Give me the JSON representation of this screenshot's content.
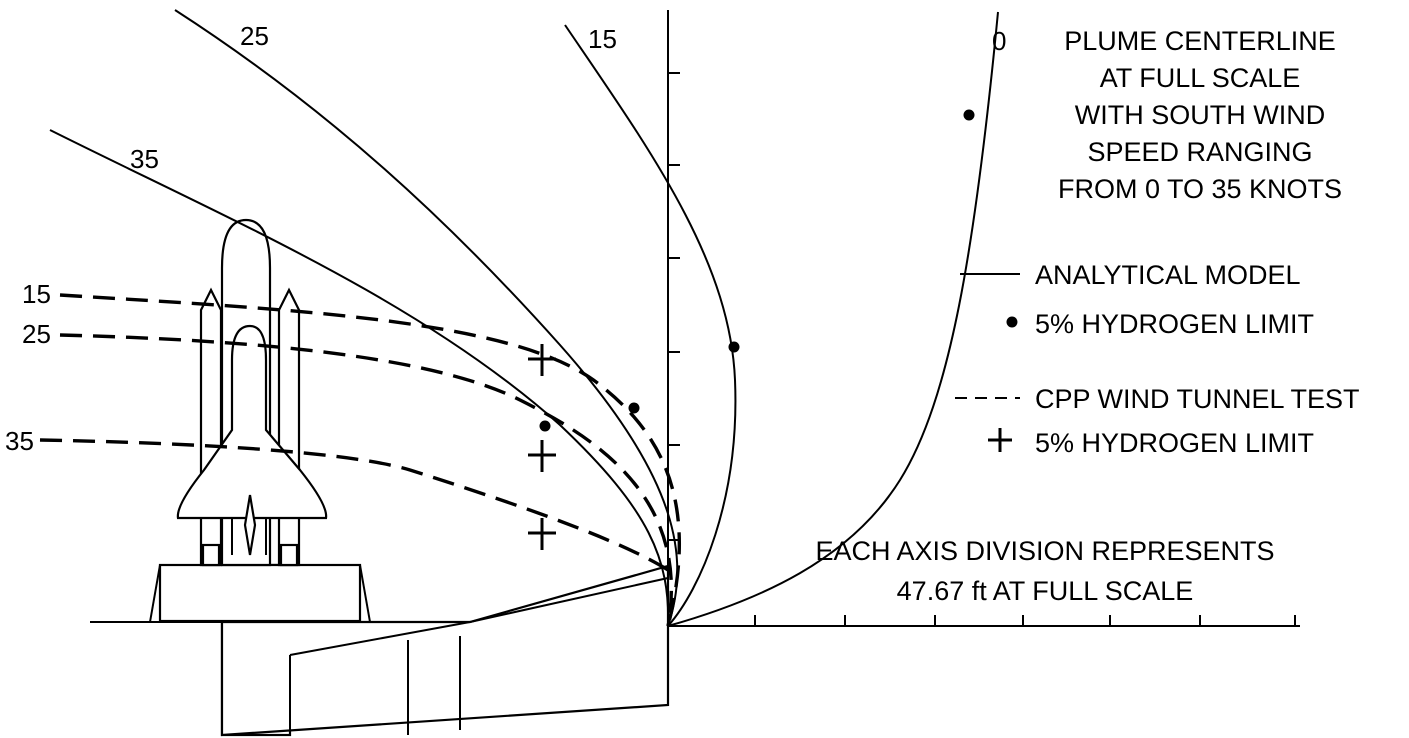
{
  "curve_labels": {
    "analytical": [
      "0",
      "15",
      "25",
      "35"
    ],
    "wind_tunnel": [
      "15",
      "25",
      "35"
    ]
  },
  "title_lines": [
    "PLUME CENTERLINE",
    "AT FULL SCALE",
    "WITH SOUTH WIND",
    "SPEED RANGING",
    "FROM 0 TO 35 KNOTS"
  ],
  "legend": {
    "analytical_line": "ANALYTICAL MODEL",
    "analytical_marker": "5% HYDROGEN LIMIT",
    "cpp_line": "CPP WIND TUNNEL TEST",
    "cpp_marker": "5% HYDROGEN LIMIT"
  },
  "axis_note": [
    "EACH AXIS DIVISION REPRESENTS",
    "47.67 ft AT FULL SCALE"
  ]
}
